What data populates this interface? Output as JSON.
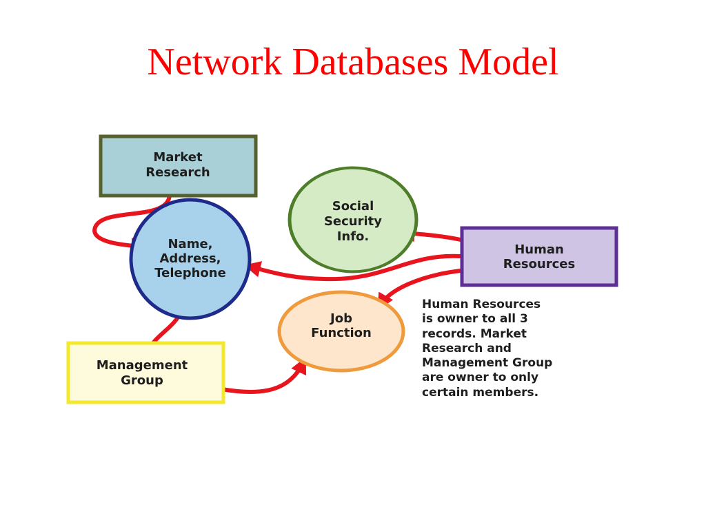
{
  "title": "Network Databases Model",
  "nodes": {
    "market_research": [
      "Market",
      "Research"
    ],
    "name_address": [
      "Name,",
      "Address,",
      "Telephone"
    ],
    "social_security": [
      "Social",
      "Security",
      "Info."
    ],
    "human_resources": [
      "Human",
      "Resources"
    ],
    "job_function": [
      "Job",
      "Function"
    ],
    "management_group": [
      "Management",
      "Group"
    ]
  },
  "note_lines": [
    "Human Resources",
    "is owner to all 3",
    "records.  Market",
    "Research and",
    "Management Group",
    "are owner to only",
    "certain members."
  ],
  "colors": {
    "title": "#ff0000",
    "arrow": "#e8141e",
    "market_research_fill": "#a9d0d6",
    "market_research_border": "#56612e",
    "name_address_fill": "#a8d2ec",
    "name_address_border": "#1e2b8a",
    "social_security_fill": "#d4ebc5",
    "social_security_border": "#4e7e2a",
    "human_resources_fill": "#cfc4e4",
    "human_resources_border": "#5c2e96",
    "job_function_fill": "#fde6cc",
    "job_function_border": "#f09a3e",
    "management_group_fill": "#fefbdc",
    "management_group_border": "#f3e82b"
  }
}
